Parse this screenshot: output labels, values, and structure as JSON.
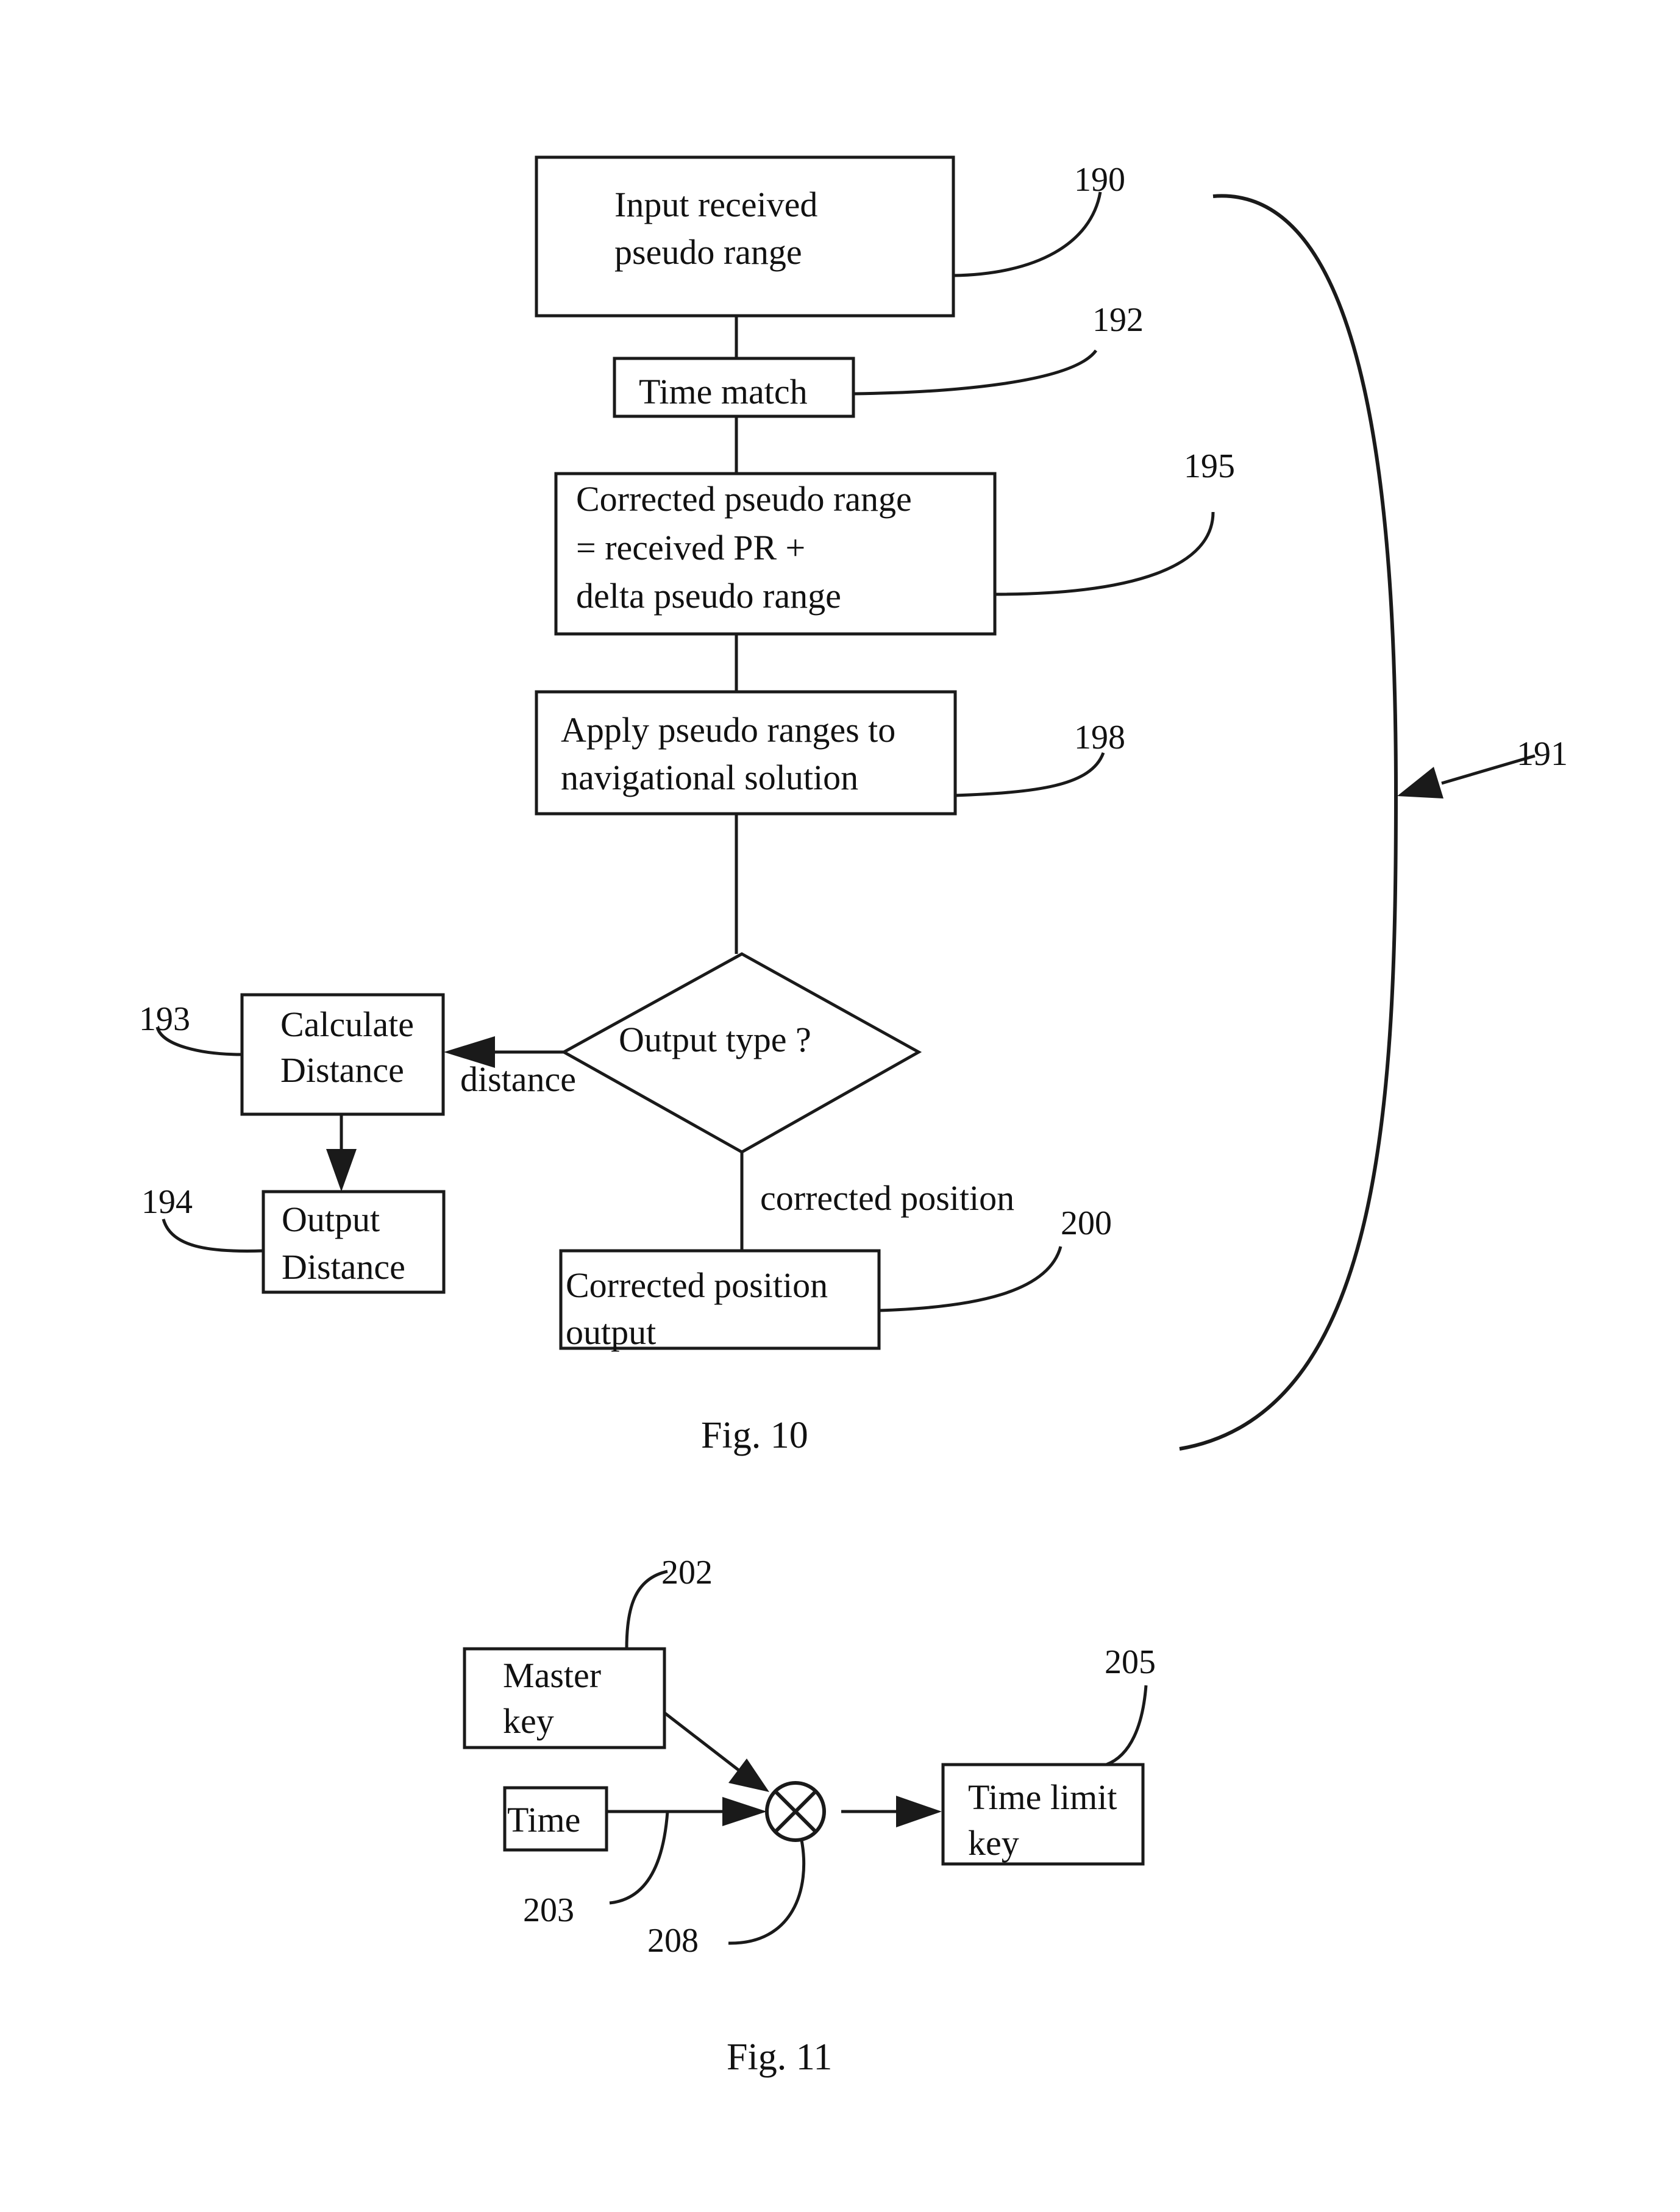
{
  "fig10": {
    "caption": "Fig. 10",
    "boxes": {
      "input_pr": {
        "line1": "Input received",
        "line2": "pseudo range",
        "ref": "190"
      },
      "time_match": {
        "text": "Time match",
        "ref": "192"
      },
      "corrected_pr": {
        "line1": "Corrected pseudo range",
        "line2": "= received PR  +",
        "line3": "delta pseudo range",
        "ref": "195"
      },
      "apply_pr": {
        "line1": "Apply pseudo ranges to",
        "line2": "navigational solution",
        "ref": "198"
      },
      "output_type": {
        "text": "Output type ?"
      },
      "calc_distance": {
        "line1": "Calculate",
        "line2": "Distance",
        "ref": "193"
      },
      "output_distance": {
        "line1": "Output",
        "line2": "Distance",
        "ref": "194"
      },
      "corrected_pos_out": {
        "line1": "Corrected position",
        "line2": "output",
        "ref": "200"
      }
    },
    "edge_labels": {
      "distance": "distance",
      "corrected_position": "corrected position"
    },
    "bracket_ref": "191"
  },
  "fig11": {
    "caption": "Fig. 11",
    "master_key": {
      "line1": "Master",
      "line2": "key",
      "ref": "202"
    },
    "time": {
      "text": "Time",
      "ref": "203"
    },
    "combiner": {
      "ref": "208"
    },
    "time_limit_key": {
      "line1": "Time limit",
      "line2": "key",
      "ref": "205"
    }
  }
}
